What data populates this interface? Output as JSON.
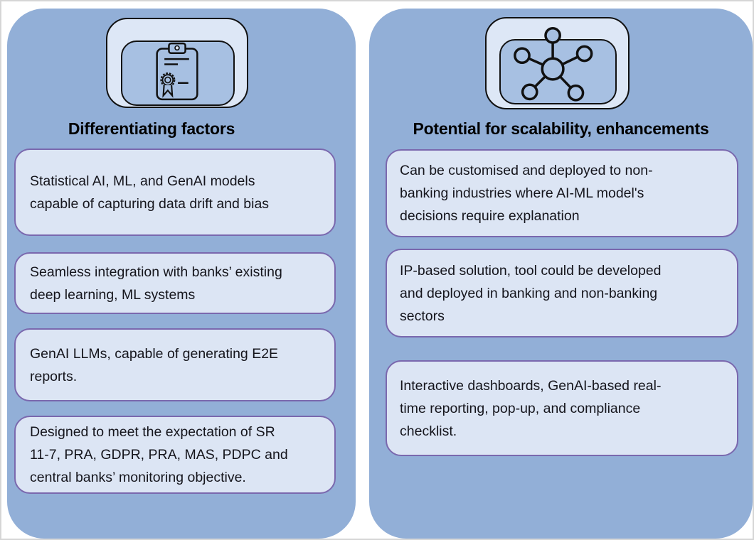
{
  "colors": {
    "panel_blue": "#92afd7",
    "box_fill": "#dce5f4",
    "box_border_purple": "#7a68ae",
    "icon_badge_outer": "#dde7f6",
    "icon_badge_inner": "#a7c0e2",
    "icon_stroke": "#111111",
    "frame_gray": "#d6d6d6"
  },
  "left_card": {
    "title": "Differentiating factors",
    "icon": "certificate-icon",
    "boxes": [
      {
        "lines": [
          "Statistical AI, ML, and GenAI models",
          "capable of capturing data drift and bias"
        ]
      },
      {
        "lines": [
          "Seamless integration with banks’ existing",
          "deep learning, ML systems"
        ]
      },
      {
        "lines": [
          "GenAI LLMs, capable of generating E2E",
          "reports."
        ]
      },
      {
        "lines": [
          "Designed to meet the expectation of SR",
          "11-7, PRA, GDPR, PRA, MAS, PDPC and",
          "central banks’ monitoring objective."
        ]
      }
    ]
  },
  "right_card": {
    "title": "Potential for scalability, enhancements",
    "icon": "network-icon",
    "boxes": [
      {
        "lines": [
          "Can be customised and deployed to non-",
          "banking industries where AI-ML model's",
          "decisions require explanation"
        ]
      },
      {
        "lines": [
          "IP-based solution, tool could be developed",
          "and deployed in banking and non-banking",
          "sectors"
        ]
      },
      {
        "lines": [
          "Interactive dashboards, GenAI-based real-",
          "time reporting, pop-up, and compliance",
          "checklist."
        ]
      }
    ]
  }
}
